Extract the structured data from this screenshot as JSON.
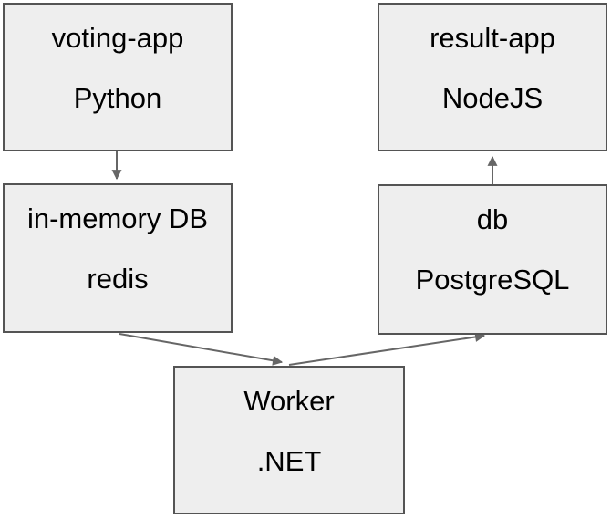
{
  "diagram": {
    "background_color": "#ffffff",
    "box_fill_color": "#eeeeee",
    "box_border_color": "#545454",
    "arrow_color": "#666666",
    "text_color": "#000000",
    "nodes": [
      {
        "id": "voting-app",
        "title": "voting-app",
        "subtitle": "Python"
      },
      {
        "id": "result-app",
        "title": "result-app",
        "subtitle": "NodeJS"
      },
      {
        "id": "in-memory-db",
        "title": "in-memory DB",
        "subtitle": "redis"
      },
      {
        "id": "db",
        "title": "db",
        "subtitle": "PostgreSQL"
      },
      {
        "id": "worker",
        "title": "Worker",
        "subtitle": ".NET"
      }
    ],
    "edges": [
      {
        "from": "voting-app",
        "to": "in-memory-db"
      },
      {
        "from": "db",
        "to": "result-app"
      },
      {
        "from": "in-memory-db",
        "to": "worker"
      },
      {
        "from": "worker",
        "to": "db"
      }
    ]
  }
}
